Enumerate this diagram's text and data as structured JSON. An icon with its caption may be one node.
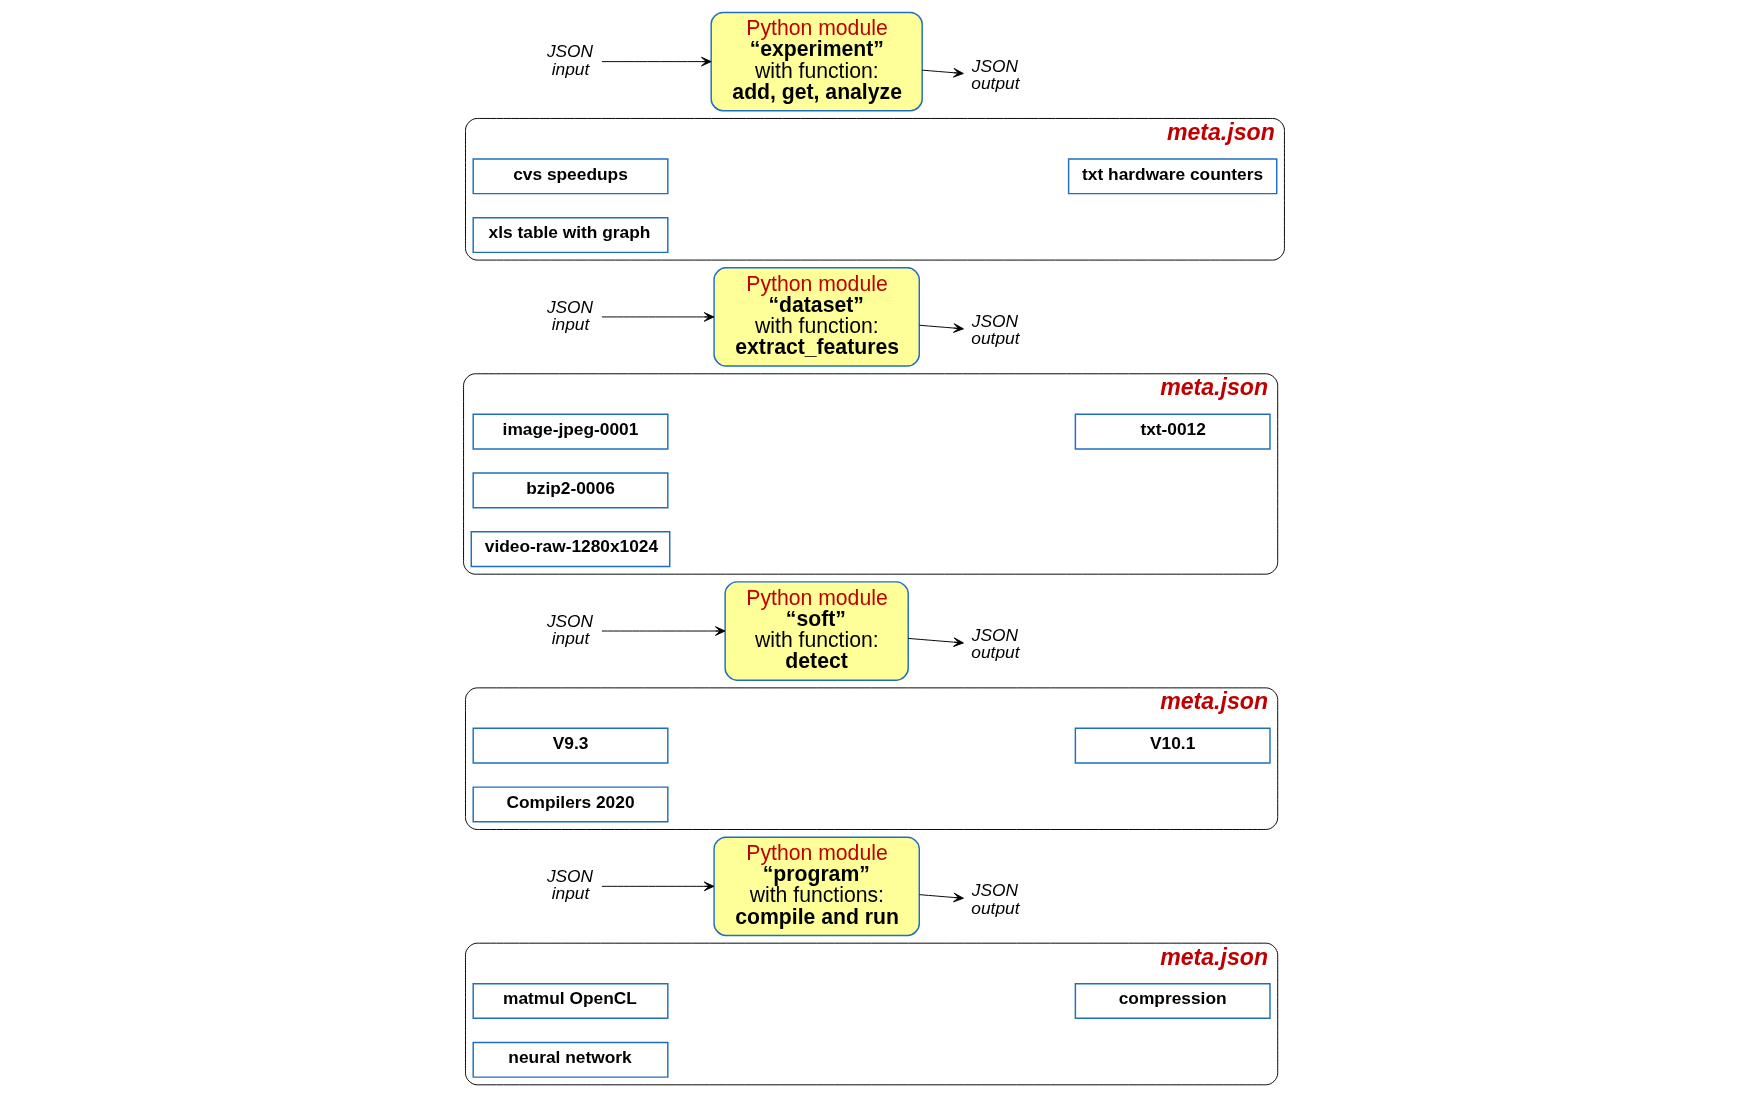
{
  "diagram": {
    "nodes": [
      {
        "text": [
          "JSON input"
        ]
      },
      {
        "text": [
          "Python module",
          "“program”",
          "with functions:",
          "compile and run"
        ]
      },
      {
        "text": [
          "JSON output"
        ]
      },
      {
        "text": [
          "meta.json"
        ]
      },
      {
        "text": [
          "matmul OpenCL"
        ],
        "in": 3
      },
      {
        "text": [
          "compression"
        ],
        "in": 3
      },
      {
        "text": [
          "neural network"
        ],
        "in": 3
      },
      {
        "text": [
          "JSON input"
        ]
      },
      {
        "text": [
          "Python module",
          "“soft”",
          "with function:",
          "detect"
        ]
      },
      {
        "text": [
          "JSON output"
        ]
      },
      {
        "text": [
          "meta.json"
        ]
      },
      {
        "text": [
          "V9.3"
        ],
        "in": 10
      },
      {
        "text": [
          "V10.1"
        ],
        "in": 10
      },
      {
        "text": [
          "Compilers 2020"
        ],
        "in": 10
      },
      {
        "text": [
          "JSON input"
        ]
      },
      {
        "text": [
          "Python module",
          "“dataset”",
          "with function:",
          "extract_features"
        ]
      },
      {
        "text": [
          "JSON output"
        ]
      },
      {
        "text": [
          "meta.json"
        ]
      },
      {
        "text": [
          "image-jpeg-0001"
        ],
        "in": 17
      },
      {
        "text": [
          "bzip2-0006"
        ],
        "in": 17
      },
      {
        "text": [
          "txt-0012"
        ],
        "in": 17
      },
      {
        "text": [
          "video-raw-1280x1024"
        ],
        "in": 17
      },
      {
        "text": [
          "JSON input"
        ]
      },
      {
        "text": [
          "Python module",
          "“experiment”",
          "with function:",
          "add, get, analyze"
        ]
      },
      {
        "text": [
          "JSON output"
        ]
      },
      {
        "text": [
          "meta.json"
        ]
      },
      {
        "text": [
          "cvs speedups"
        ],
        "in": 25
      },
      {
        "text": [
          "txt hardware counters"
        ],
        "in": 25
      },
      {
        "text": [
          "xls table with graph"
        ],
        "in": 25
      }
    ],
    "edges": [
      {
        "from": 0,
        "to": 1,
        "arrow": "to"
      },
      {
        "from": 1,
        "to": 2,
        "arrow": "to"
      },
      {
        "from": 7,
        "to": 8,
        "arrow": "to"
      },
      {
        "from": 8,
        "to": 9,
        "arrow": "to"
      },
      {
        "from": 14,
        "to": 15,
        "arrow": "to"
      },
      {
        "from": 15,
        "to": 16,
        "arrow": "to"
      },
      {
        "from": 22,
        "to": 23,
        "arrow": "to"
      },
      {
        "from": 23,
        "to": 24,
        "arrow": "to"
      }
    ]
  }
}
